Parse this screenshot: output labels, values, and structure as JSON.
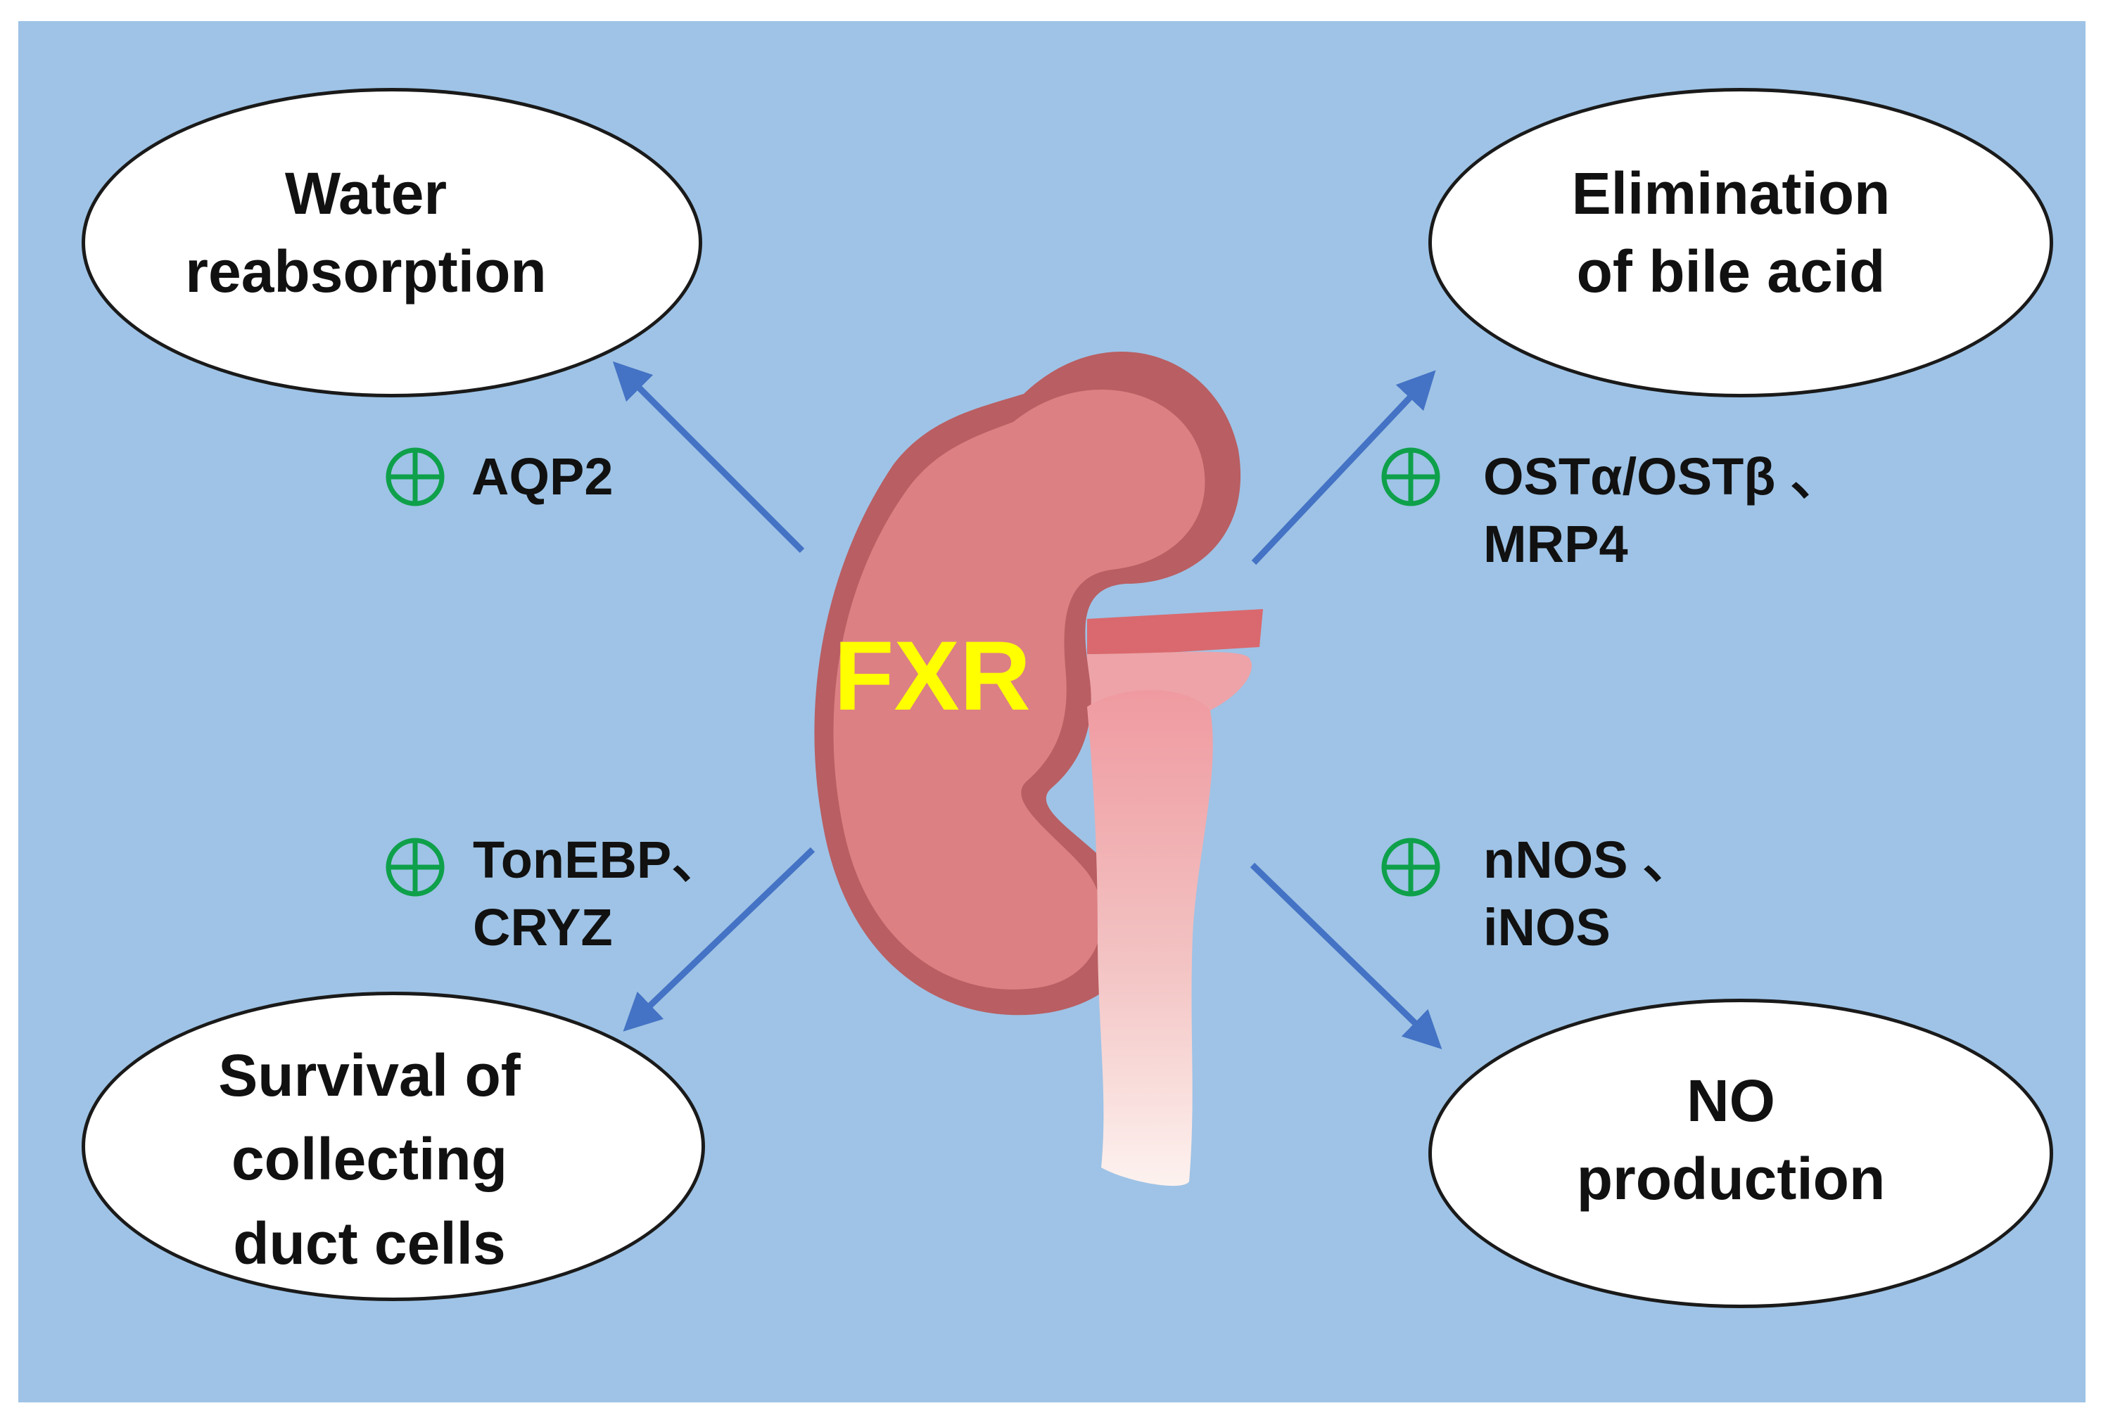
{
  "colors": {
    "background": "#9ec3e6",
    "arrow": "#4472c4",
    "up_arrow": "#0ea04a",
    "plus": "#0ea04a",
    "fxr_text": "#ffff00",
    "kidney_cortex": "#b95e62",
    "kidney_body": "#dc8083",
    "ureter": "#ef9aa0"
  },
  "center_label": "FXR",
  "outcomes": {
    "water": {
      "lines": [
        "Water",
        "reabsorption"
      ],
      "indicator": "up-arrow-icon"
    },
    "bile": {
      "lines": [
        "Elimination",
        "of bile acid"
      ],
      "indicator": "up-arrow-icon"
    },
    "survival": {
      "lines": [
        "Survival of",
        "collecting",
        "duct cells"
      ],
      "indicator": "up-arrow-icon"
    },
    "no": {
      "lines": [
        "NO",
        "production"
      ],
      "indicator": "up-arrow-icon"
    }
  },
  "mediators": {
    "aqp2": {
      "lines": [
        "AQP2"
      ],
      "icon": "circled-plus-icon"
    },
    "ost": {
      "lines": [
        "OSTα/OSTβ 、",
        "MRP4"
      ],
      "icon": "circled-plus-icon"
    },
    "tonebp": {
      "lines": [
        "TonEBP、",
        "CRYZ"
      ],
      "icon": "circled-plus-icon"
    },
    "nos": {
      "lines": [
        "nNOS 、",
        "iNOS"
      ],
      "icon": "circled-plus-icon"
    }
  }
}
